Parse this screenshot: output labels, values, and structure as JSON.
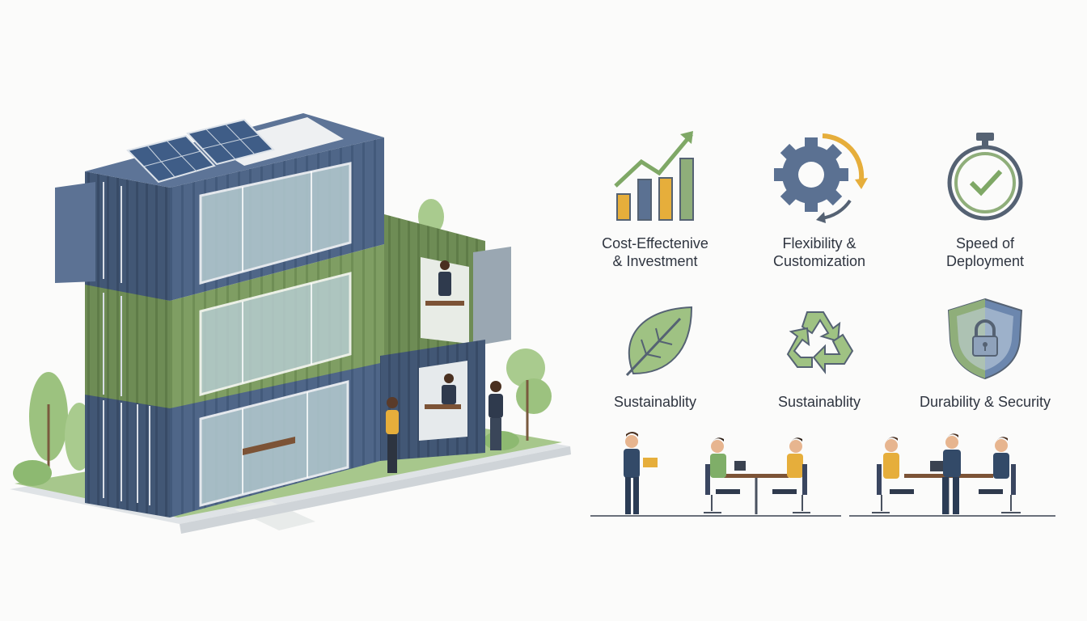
{
  "features": [
    {
      "icon": "growth-chart-icon",
      "label": "Cost-Effectenive\n& Investment"
    },
    {
      "icon": "gear-cycle-icon",
      "label": "Flexibility &\nCustomization"
    },
    {
      "icon": "stopwatch-check-icon",
      "label": "Speed of\nDeployment"
    },
    {
      "icon": "leaf-icon",
      "label": "Sustainablity"
    },
    {
      "icon": "recycle-icon",
      "label": "Sustainablity"
    },
    {
      "icon": "shield-lock-icon",
      "label": "Durability & Security"
    }
  ],
  "colors": {
    "container_blue": "#4f6688",
    "container_green": "#7f9e63",
    "grass": "#9fc283",
    "accent_orange": "#e6ae3b",
    "icon_green": "#8fae7a",
    "icon_gray": "#556273"
  }
}
